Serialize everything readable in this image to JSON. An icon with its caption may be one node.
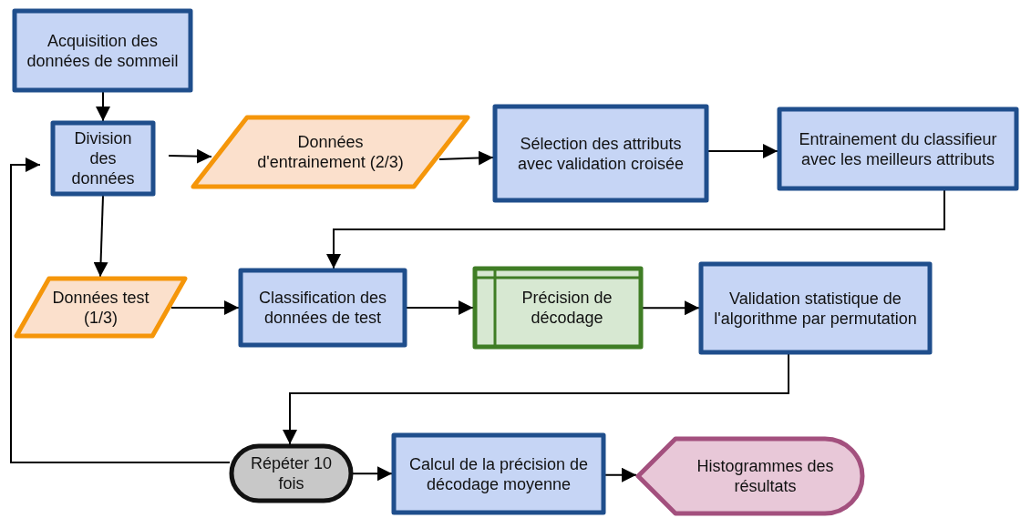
{
  "diagram": {
    "nodes": [
      {
        "text": [
          "Acquisition des données de sommeil"
        ]
      },
      {
        "text": [
          "Division des données"
        ]
      },
      {
        "text": [
          "Données d'entrainement (2/3)"
        ]
      },
      {
        "text": [
          "Sélection des attributs avec validation croisée"
        ]
      },
      {
        "text": [
          "Entrainement du classifieur avec les meilleurs attributs"
        ]
      },
      {
        "text": [
          "Données test (1/3)"
        ]
      },
      {
        "text": [
          "Classification des données de test"
        ]
      },
      {
        "text": [
          "Précision de décodage"
        ]
      },
      {
        "text": [
          "Validation statistique de l'algorithme par permutation"
        ]
      },
      {
        "text": [
          "Répéter 10 fois"
        ]
      },
      {
        "text": [
          "Calcul de la précision de décodage moyenne"
        ]
      },
      {
        "text": [
          "Histogrammes des résultats"
        ]
      }
    ],
    "edges": [
      {
        "from": 0,
        "to": 1,
        "arrow": "to"
      },
      {
        "from": 1,
        "to": 2,
        "arrow": "to"
      },
      {
        "from": 2,
        "to": 3,
        "arrow": "to"
      },
      {
        "from": 3,
        "to": 4,
        "arrow": "to"
      },
      {
        "from": 4,
        "to": 6,
        "arrow": "to"
      },
      {
        "from": 1,
        "to": 5,
        "arrow": "to"
      },
      {
        "from": 5,
        "to": 6,
        "arrow": "to"
      },
      {
        "from": 6,
        "to": 7,
        "arrow": "to"
      },
      {
        "from": 7,
        "to": 8,
        "arrow": "to"
      },
      {
        "from": 8,
        "to": 9,
        "arrow": "to"
      },
      {
        "from": 9,
        "to": 1,
        "arrow": "to"
      },
      {
        "from": 9,
        "to": 10,
        "arrow": "to"
      },
      {
        "from": 10,
        "to": 11,
        "arrow": "to"
      }
    ]
  }
}
